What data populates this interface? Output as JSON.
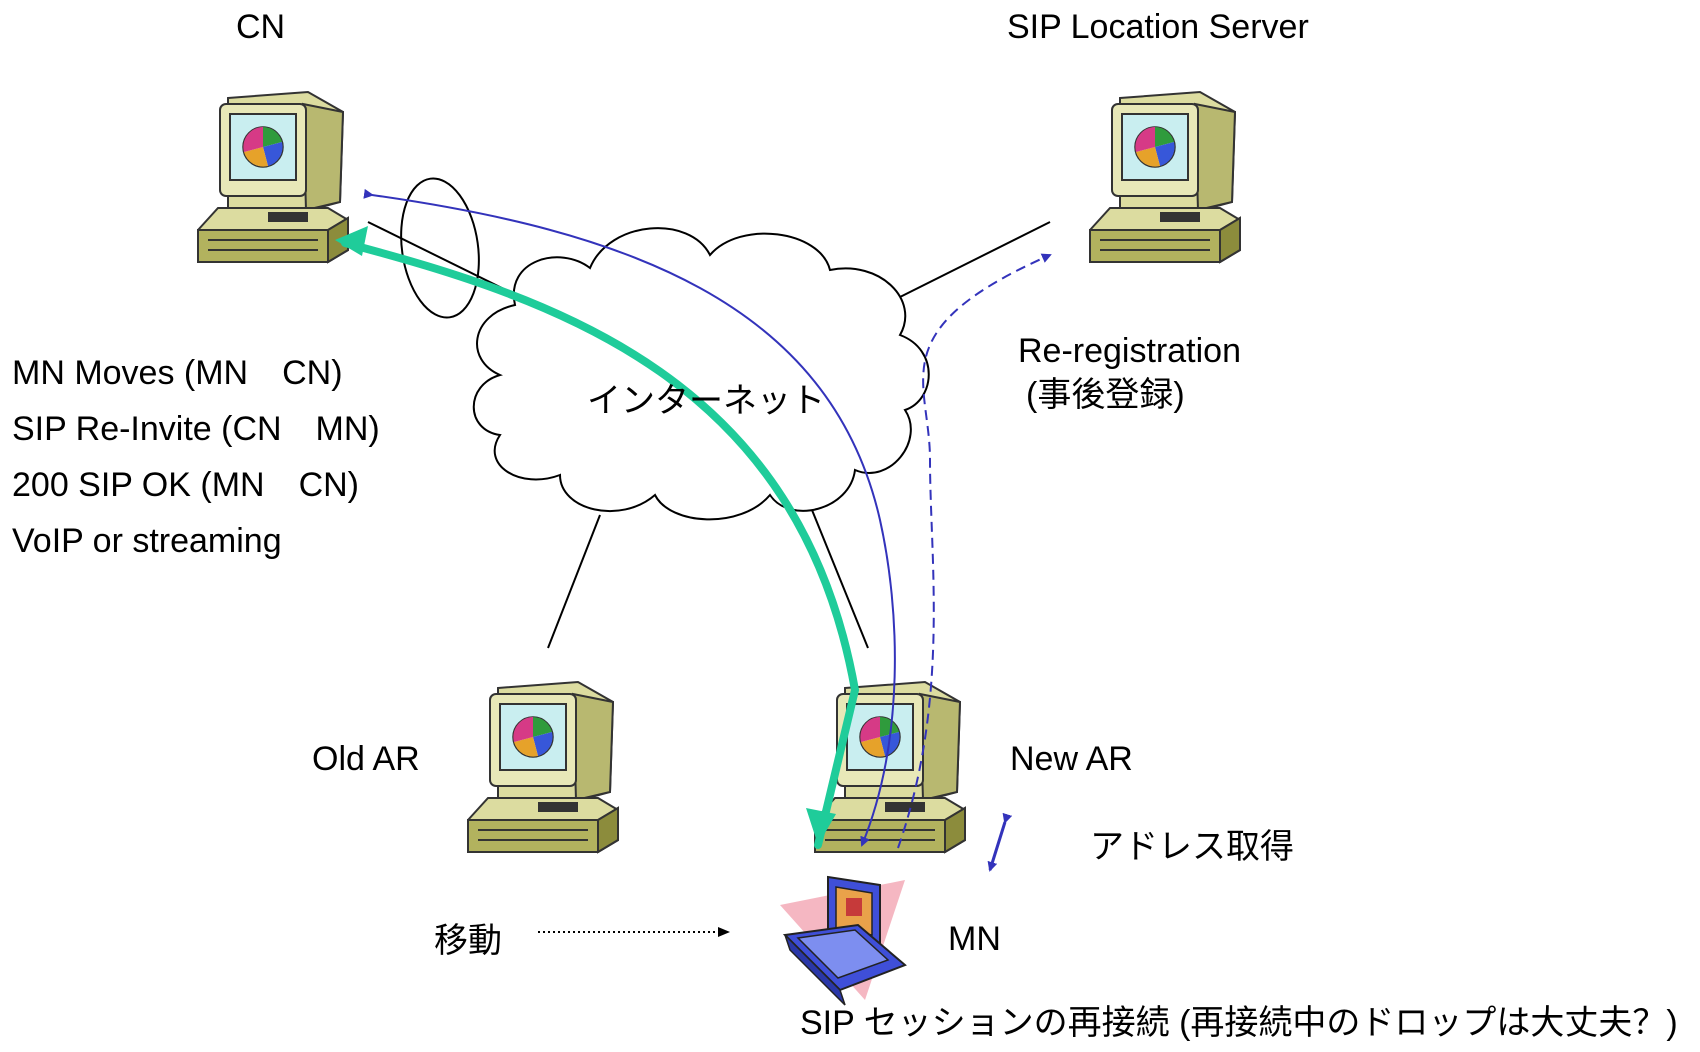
{
  "nodes": {
    "cn": "CN",
    "sip_server": "SIP Location Server",
    "old_ar": "Old AR",
    "new_ar": "New AR",
    "mn": "MN"
  },
  "cloud_label": "インターネット",
  "legend": [
    "MN Moves (MN　CN)",
    "SIP Re-Invite (CN　MN)",
    "200 SIP OK (MN　CN)",
    "VoIP or streaming"
  ],
  "reregistration": {
    "line1": "Re-registration",
    "line2": "(事後登録)"
  },
  "address_acquire": "アドレス取得",
  "move_label": "移動",
  "bottom_caption": "SIP セッションの再接続 (再接続中のドロップは大丈夫？)",
  "colors": {
    "voip_stream": "#1fcc9a",
    "sip_signal": "#3333bb",
    "monitor_body": "#dcdca0",
    "monitor_shadow": "#8c8c3c",
    "laptop_body": "#3f4fd8"
  }
}
